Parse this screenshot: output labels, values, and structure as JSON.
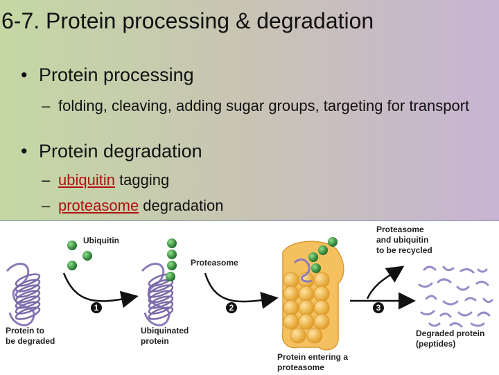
{
  "slide": {
    "title": "6-7. Protein processing & degradation",
    "bullets": [
      {
        "label": "Protein processing",
        "subs": [
          {
            "dash": "–",
            "text": "folding, cleaving, adding sugar groups, targeting for transport"
          }
        ]
      },
      {
        "label": "Protein degradation",
        "subs": [
          {
            "dash": "–",
            "keyword": "ubiquitin",
            "rest": " tagging"
          },
          {
            "dash": "–",
            "keyword": "proteasome",
            "rest": " degradation"
          }
        ]
      }
    ],
    "bullet_glyph": "•",
    "keyword_color": "#b01010"
  },
  "figure": {
    "labels": {
      "ubiquitin": "Ubiquitin",
      "proteasome": "Proteasome",
      "recycled_1": "Proteasome",
      "recycled_2": "and ubiquitin",
      "recycled_3": "to be recycled",
      "protein_degraded_1": "Protein to",
      "protein_degraded_2": "be degraded",
      "ubiquinated_1": "Ubiquinated",
      "ubiquinated_2": "protein",
      "entering_1": "Protein entering a",
      "entering_2": "proteasome",
      "degraded_1": "Degraded protein",
      "degraded_2": "(peptides)"
    },
    "steps": [
      "1",
      "2",
      "3"
    ],
    "colors": {
      "ubiquitin": "#2e8b3a",
      "protein": "#8a7ab8",
      "proteasome": "#f0b040",
      "step_badge": "#111111"
    }
  }
}
